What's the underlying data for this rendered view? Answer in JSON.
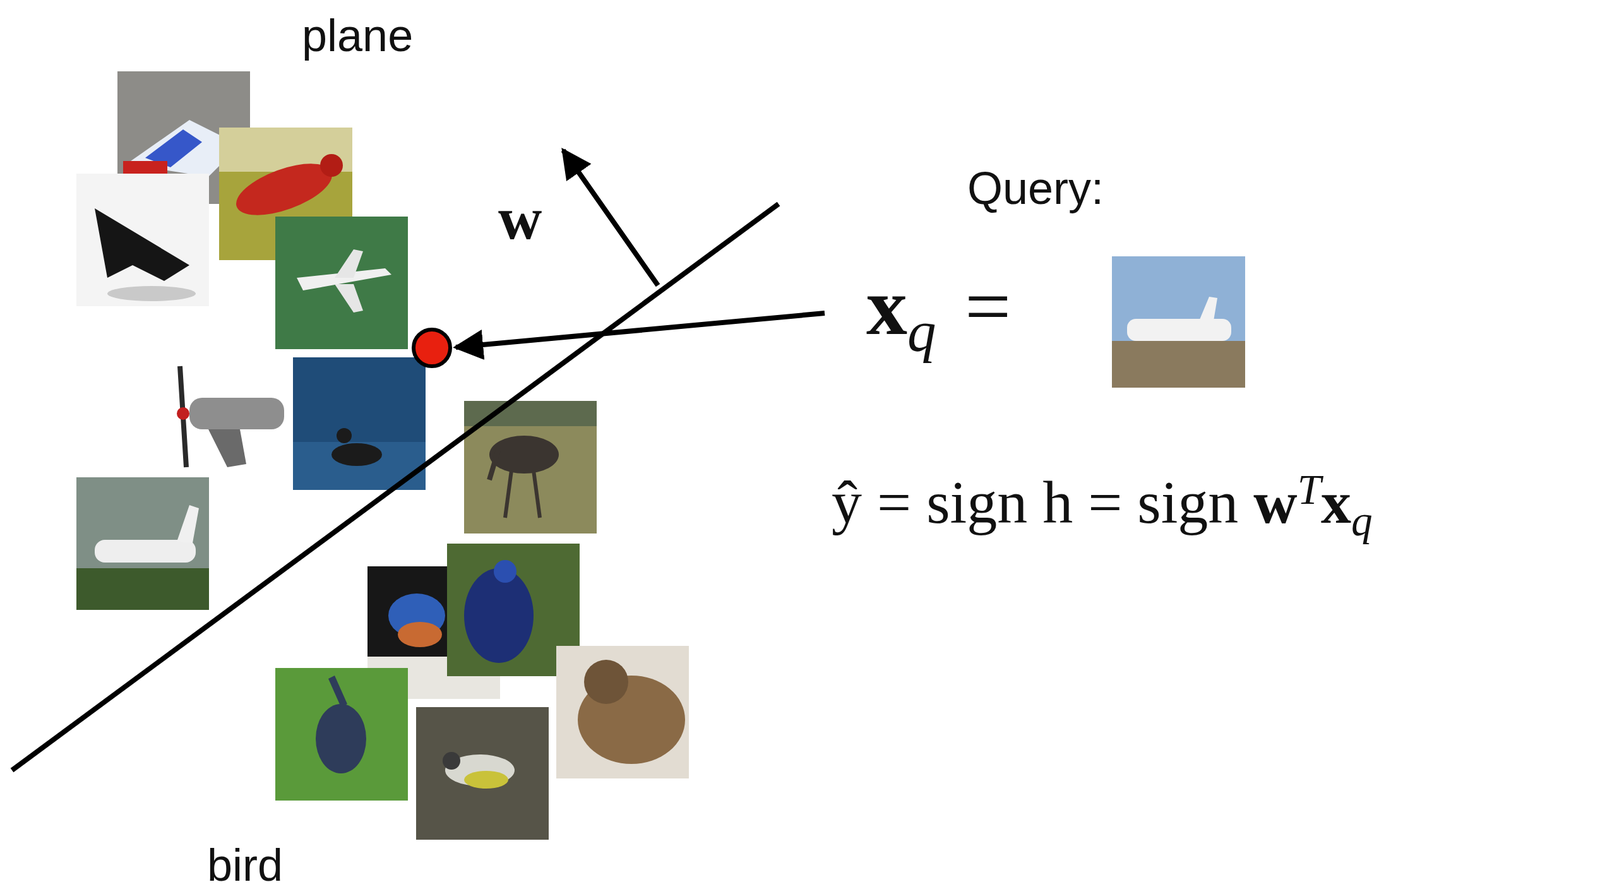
{
  "diagram": {
    "labels": [
      "plane",
      "bird",
      "w",
      "Query:",
      "x",
      "q",
      "=",
      "ŷ = sign h = sign",
      "w",
      "T",
      "x",
      "q"
    ]
  }
}
